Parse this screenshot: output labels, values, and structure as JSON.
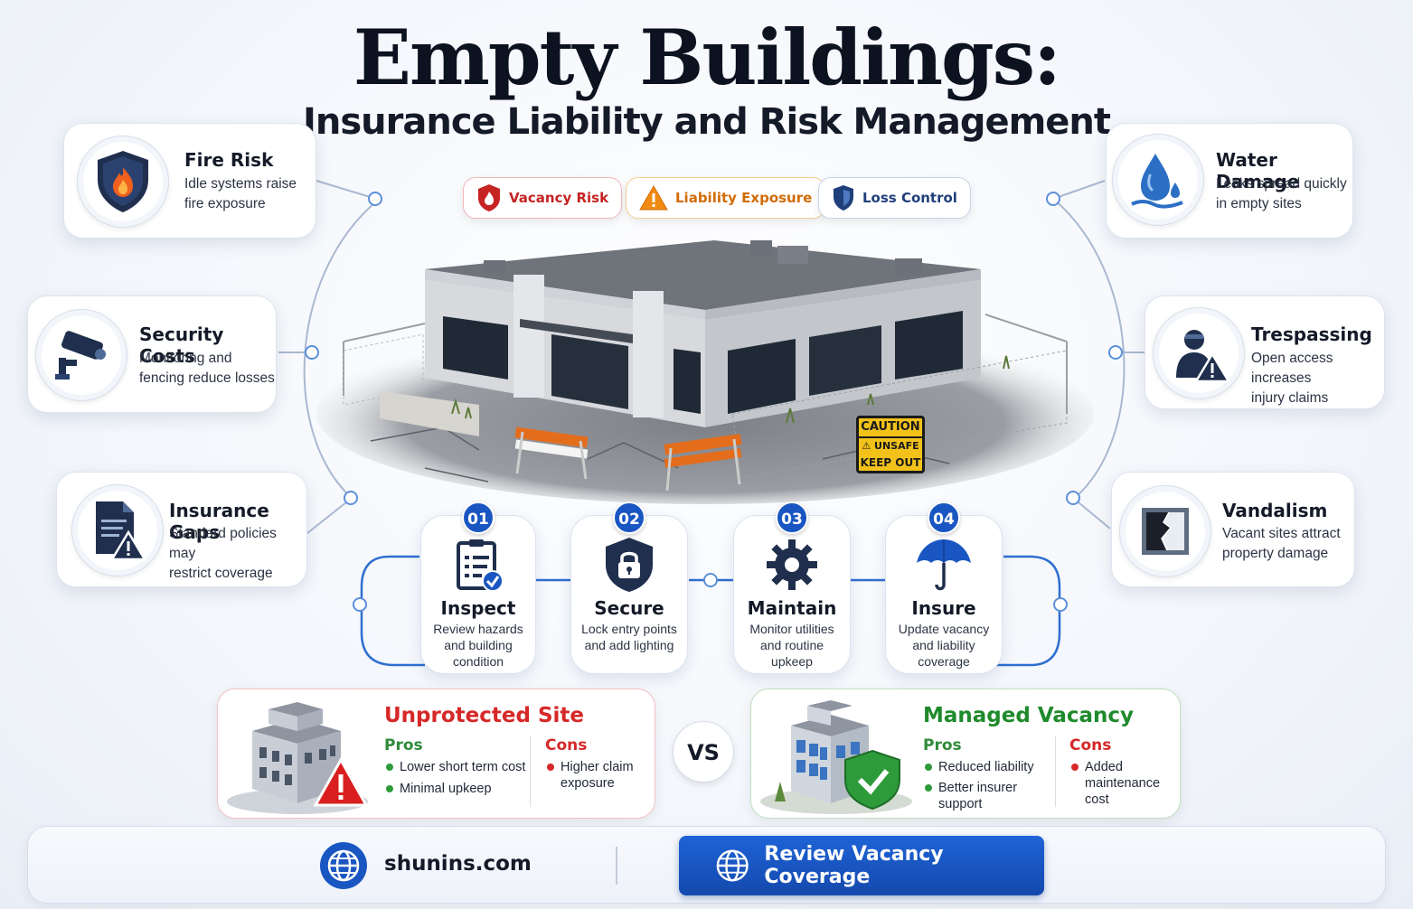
{
  "header": {
    "title": "Empty Buildings:",
    "subtitle": "Insurance Liability and Risk Management"
  },
  "tags": [
    {
      "label": "Vacancy Risk",
      "icon": "shield-fire-icon",
      "color": "#d62828"
    },
    {
      "label": "Liability Exposure",
      "icon": "warning-icon",
      "color": "#e07a10"
    },
    {
      "label": "Loss Control",
      "icon": "shield-icon",
      "color": "#1f3f7a"
    }
  ],
  "risks_left": [
    {
      "title": "Fire Risk",
      "desc1": "Idle systems raise",
      "desc2": "fire exposure",
      "icon": "fire-shield-icon"
    },
    {
      "title": "Security Costs",
      "desc1": "Monitoring and",
      "desc2": "fencing reduce losses",
      "icon": "security-camera-icon"
    },
    {
      "title": "Insurance Gaps",
      "desc1": "Standard policies may",
      "desc2": "restrict coverage",
      "icon": "document-warning-icon"
    }
  ],
  "risks_right": [
    {
      "title": "Water Damage",
      "desc1": "Leaks spread quickly",
      "desc2": "in empty sites",
      "icon": "water-drop-icon"
    },
    {
      "title": "Trespassing",
      "desc1": "Open access increases",
      "desc2": "injury claims",
      "icon": "trespasser-warning-icon"
    },
    {
      "title": "Vandalism",
      "desc1": "Vacant sites attract",
      "desc2": "property damage",
      "icon": "broken-window-icon"
    }
  ],
  "building_sign": {
    "line1": "CAUTION",
    "line2": "UNSAFE",
    "line3": "KEEP OUT"
  },
  "steps": [
    {
      "num": "01",
      "title": "Inspect",
      "desc1": "Review hazards",
      "desc2": "and building",
      "desc3": "condition",
      "icon": "clipboard-check-icon"
    },
    {
      "num": "02",
      "title": "Secure",
      "desc1": "Lock entry points",
      "desc2": "and add lighting",
      "desc3": "",
      "icon": "padlock-shield-icon"
    },
    {
      "num": "03",
      "title": "Maintain",
      "desc1": "Monitor utilities",
      "desc2": "and routine",
      "desc3": "upkeep",
      "icon": "gear-icon"
    },
    {
      "num": "04",
      "title": "Insure",
      "desc1": "Update vacancy",
      "desc2": "and liability",
      "desc3": "coverage",
      "icon": "umbrella-icon"
    }
  ],
  "compare": {
    "vs": "VS",
    "unprotected": {
      "title": "Unprotected Site",
      "pros_label": "Pros",
      "pros": [
        "Lower short term cost",
        "Minimal upkeep"
      ],
      "cons_label": "Cons",
      "cons1": "Higher claim",
      "cons2": "exposure"
    },
    "managed": {
      "title": "Managed Vacancy",
      "pros_label": "Pros",
      "pros1": "Reduced liability",
      "pros2a": "Better insurer",
      "pros2b": "support",
      "cons_label": "Cons",
      "cons1": "Added",
      "cons2": "maintenance cost"
    }
  },
  "footer": {
    "site": "shunins.com",
    "cta": "Review Vacancy Coverage"
  },
  "colors": {
    "navy": "#1f3a66",
    "blue": "#1a56c2",
    "red": "#d62828",
    "green": "#2e8b3a",
    "orange": "#e07a10"
  }
}
